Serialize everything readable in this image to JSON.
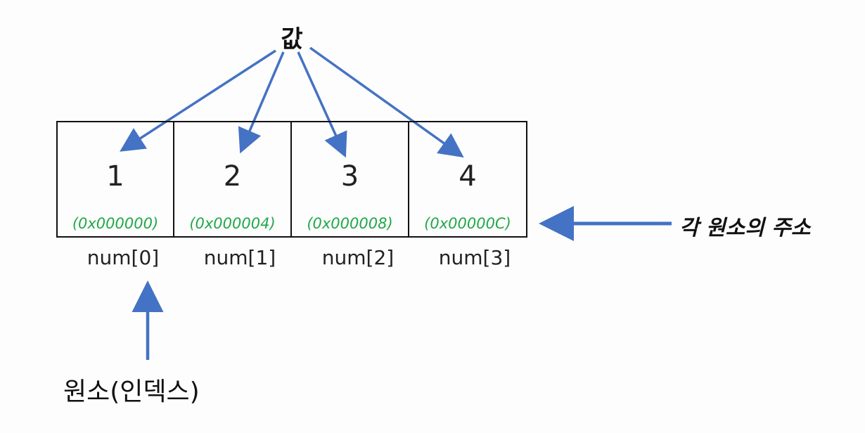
{
  "top_label": "값",
  "cells": [
    {
      "value": "1",
      "address": "(0x000000)",
      "index_label": "num[0]"
    },
    {
      "value": "2",
      "address": "(0x000004)",
      "index_label": "num[1]"
    },
    {
      "value": "3",
      "address": "(0x000008)",
      "index_label": "num[2]"
    },
    {
      "value": "4",
      "address": "(0x00000C)",
      "index_label": "num[3]"
    }
  ],
  "address_label": "각 원소의 주소",
  "element_label": "원소(인덱스)",
  "colors": {
    "arrow": "#4472c4",
    "address_text": "#23a84a",
    "border": "#111111"
  }
}
